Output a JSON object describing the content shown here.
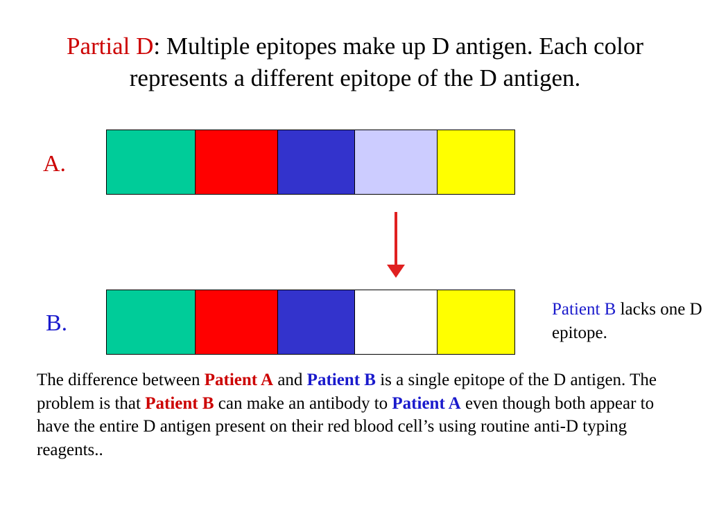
{
  "title": {
    "lead": "Partial D",
    "rest": ": Multiple epitopes make up D antigen. Each color represents a different epitope of the D antigen."
  },
  "rows": {
    "a": {
      "label": "A.",
      "label_color": "#cc0000",
      "segments": [
        "#00cc99",
        "#ff0000",
        "#3333cc",
        "#ccccff",
        "#ffff00"
      ]
    },
    "b": {
      "label": "B.",
      "label_color": "#1a1acc",
      "segments": [
        "#00cc99",
        "#ff0000",
        "#3333cc",
        "#ffffff",
        "#ffff00"
      ]
    }
  },
  "arrow_color": "#e02020",
  "side_note": {
    "highlight": "Patient B",
    "rest": " lacks one D epitope."
  },
  "body": {
    "p1": "The difference between ",
    "patient_a_1": "Patient A",
    "p2": " and ",
    "patient_b_1": "Patient B",
    "p3": " is a single epitope of the D antigen. The problem is that ",
    "patient_b_2": "Patient B",
    "p4": " can make an antibody to ",
    "patient_a_2": "Patient A",
    "p5": " even though both appear to have the entire D antigen present on their red blood cell’s using routine anti-D typing reagents.."
  }
}
